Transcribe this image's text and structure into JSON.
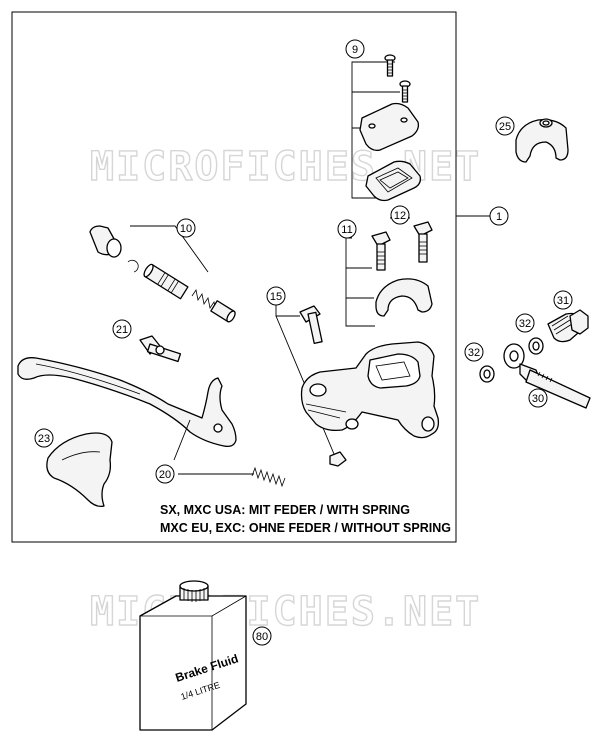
{
  "watermark": "MICROFICHES.NET",
  "notes": {
    "line1": "SX, MXC USA: MIT FEDER / WITH SPRING",
    "line2": "MXC EU, EXC: OHNE FEDER / WITHOUT SPRING"
  },
  "bottle": {
    "label_line1": "Brake Fluid",
    "label_line2": "1/4 LITRE"
  },
  "callouts": {
    "c1": "1",
    "c9": "9",
    "c10": "10",
    "c11": "11",
    "c12": "12",
    "c15": "15",
    "c20": "20",
    "c21": "21",
    "c23": "23",
    "c25": "25",
    "c30": "30",
    "c31": "31",
    "c32a": "32",
    "c32b": "32",
    "c80": "80"
  }
}
